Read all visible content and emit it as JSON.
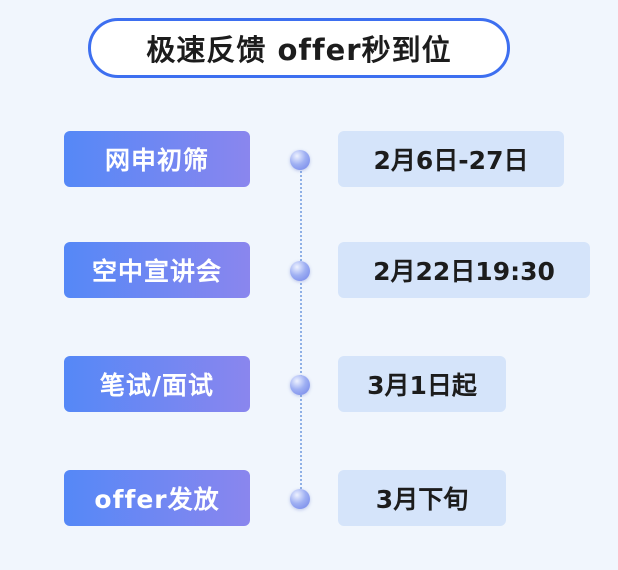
{
  "title": "极速反馈 offer秒到位",
  "steps": [
    {
      "label": "网申初筛",
      "date": "2月6日-27日"
    },
    {
      "label": "空中宣讲会",
      "date": "2月22日19:30"
    },
    {
      "label": "笔试/面试",
      "date": "3月1日起"
    },
    {
      "label": "offer发放",
      "date": "3月下旬"
    }
  ],
  "colors": {
    "background": "#f1f6fd",
    "title_border": "#3d6ff0",
    "label_gradient_start": "#5588f7",
    "label_gradient_end": "#8a86ee",
    "date_box": "#d5e4fa"
  }
}
